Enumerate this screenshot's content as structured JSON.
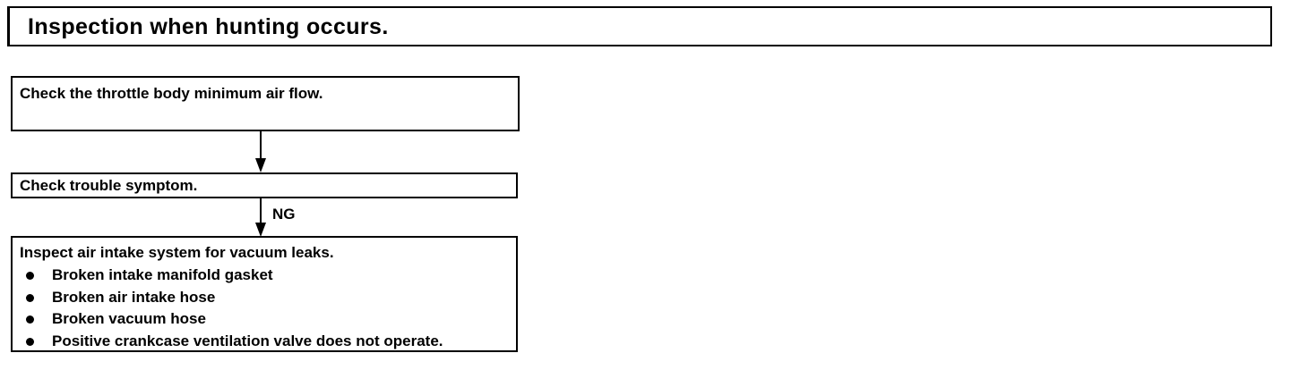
{
  "title": "Inspection when hunting occurs.",
  "flowchart": {
    "step1": {
      "text": "Check the throttle body minimum air flow."
    },
    "step2": {
      "text": "Check trouble symptom."
    },
    "connector2_label": "NG",
    "step3": {
      "text": "Inspect air intake system for vacuum leaks.",
      "bullets": [
        "Broken intake manifold gasket",
        "Broken air intake hose",
        "Broken vacuum hose",
        "Positive crankcase ventilation valve does not operate."
      ]
    }
  }
}
